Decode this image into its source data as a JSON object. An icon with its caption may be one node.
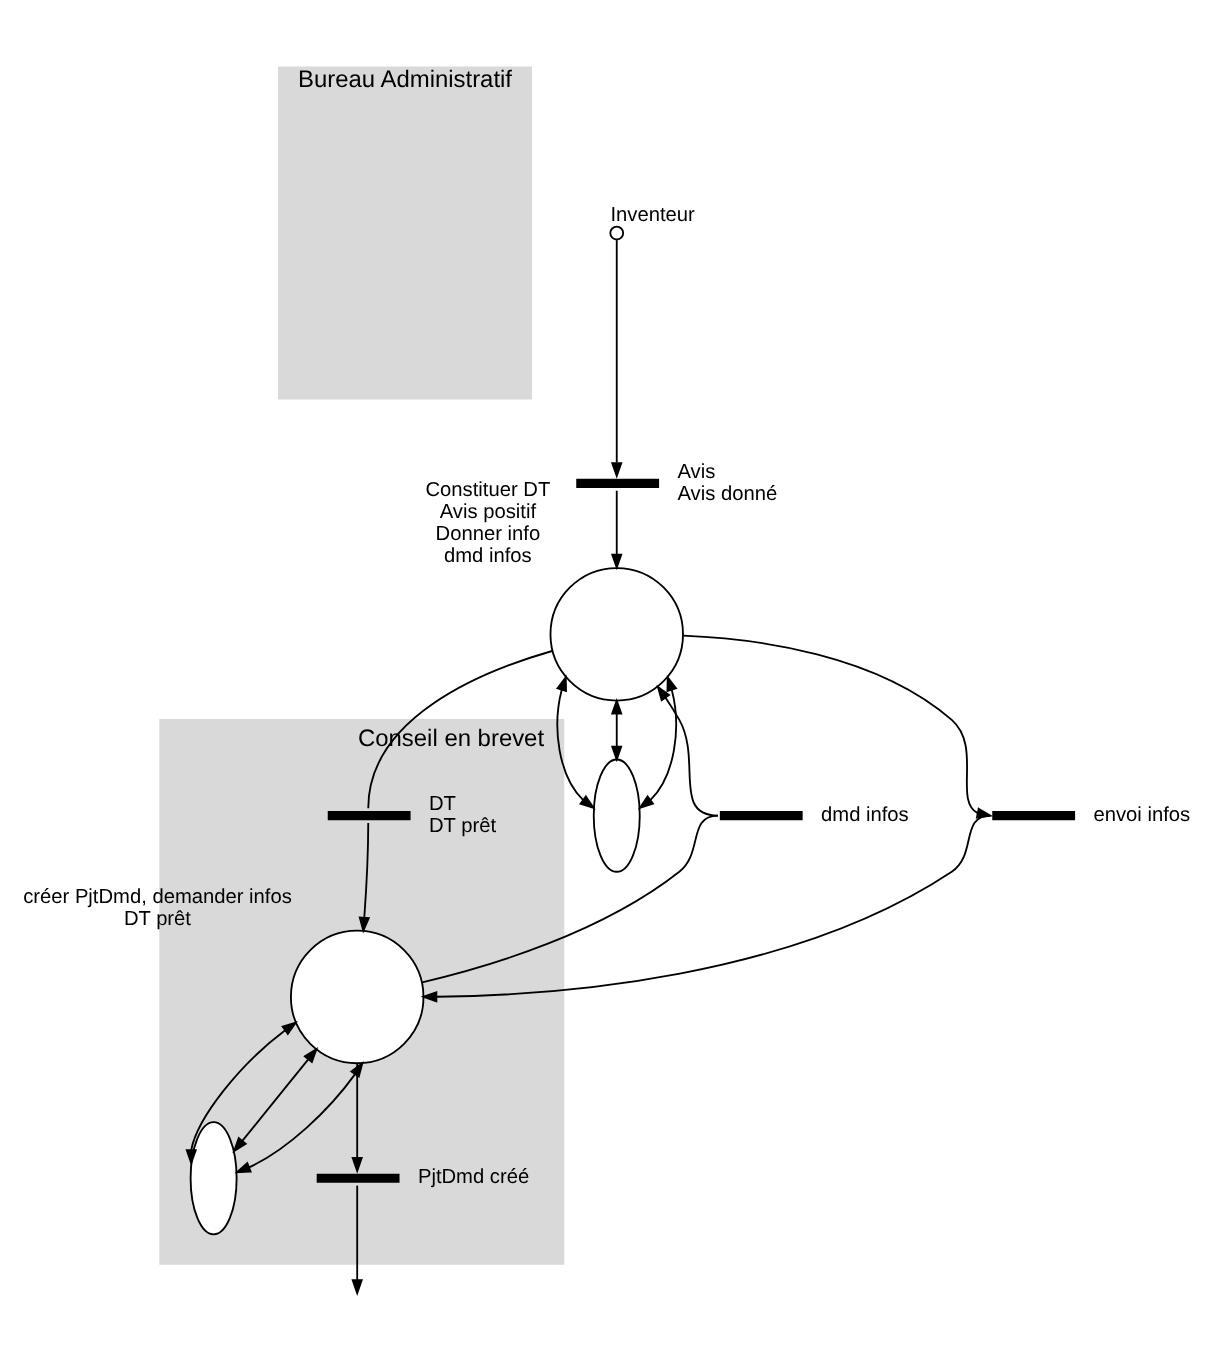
{
  "diagram": {
    "nodes": [
      {
        "text": [
          "Bureau Administratif"
        ]
      },
      {
        "text": [
          "Conseil en brevet"
        ]
      },
      {
        "text": [
          "Inventeur"
        ]
      },
      {
        "text": [],
        "shape": "bar",
        "beside": [
          "Avis",
          "Avis donné"
        ]
      },
      {
        "text": [],
        "shape": "circle",
        "beside": [
          "Constituer DT",
          "Avis positif",
          "Donner info",
          "dmd infos"
        ]
      },
      {
        "text": [],
        "shape": "ellipse"
      },
      {
        "text": [],
        "shape": "bar",
        "beside": [
          "DT",
          "DT prêt"
        ],
        "in": 1
      },
      {
        "text": [],
        "shape": "bar",
        "beside": [
          "dmd infos"
        ]
      },
      {
        "text": [],
        "shape": "bar",
        "beside": [
          "envoi infos"
        ]
      },
      {
        "text": [],
        "shape": "circle",
        "beside": [
          "créer PjtDmd, demander infos",
          "DT prêt"
        ],
        "in": 1
      },
      {
        "text": [],
        "shape": "ellipse",
        "in": 1
      },
      {
        "text": [],
        "shape": "bar",
        "beside": [
          "PjtDmd créé"
        ],
        "in": 1
      }
    ],
    "edges": [
      {
        "from": 2,
        "to": 3,
        "arrow": "to"
      },
      {
        "from": 3,
        "to": 4,
        "arrow": "to"
      },
      {
        "from": 4,
        "to": 5,
        "arrow": "both"
      },
      {
        "from": 4,
        "to": 5,
        "arrow": "both"
      },
      {
        "from": 4,
        "to": 5,
        "arrow": "both"
      },
      {
        "from": 4,
        "to": 6,
        "arrow": "none"
      },
      {
        "from": 6,
        "to": 9,
        "arrow": "to"
      },
      {
        "from": 9,
        "to": 7,
        "arrow": "none"
      },
      {
        "from": 7,
        "to": 4,
        "arrow": "to"
      },
      {
        "from": 4,
        "to": 8,
        "arrow": "to"
      },
      {
        "from": 8,
        "to": 9,
        "arrow": "to"
      },
      {
        "from": 9,
        "to": 10,
        "arrow": "both"
      },
      {
        "from": 9,
        "to": 10,
        "arrow": "both"
      },
      {
        "from": 9,
        "to": 10,
        "arrow": "both"
      },
      {
        "from": 9,
        "to": 11,
        "arrow": "to"
      },
      {
        "from": 11,
        "to": null,
        "arrow": "to"
      }
    ]
  }
}
